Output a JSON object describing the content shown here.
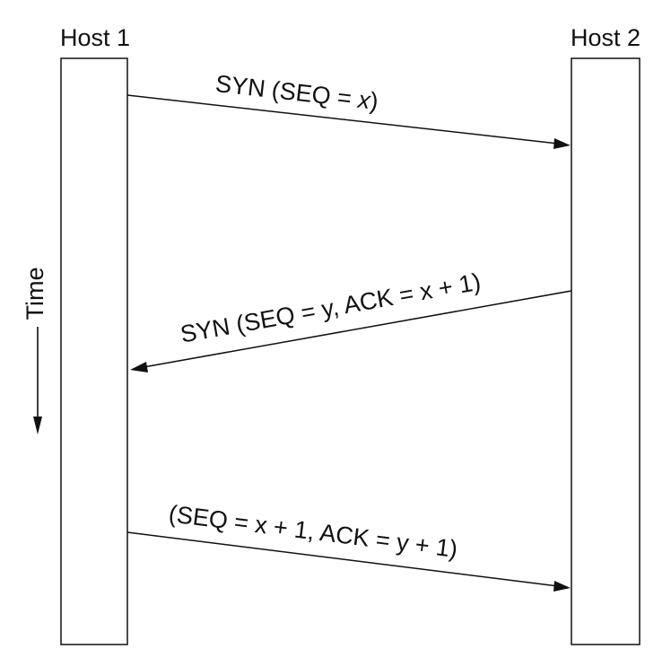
{
  "hosts": {
    "left": "Host 1",
    "right": "Host 2"
  },
  "time_label": "Time",
  "messages": [
    {
      "from": "Host 1",
      "to": "Host 2",
      "label_prefix": "SYN (SEQ = ",
      "label_var": "x",
      "label_suffix": ")"
    },
    {
      "from": "Host 2",
      "to": "Host 1",
      "label": "SYN (SEQ = y, ACK = x + 1)"
    },
    {
      "from": "Host 1",
      "to": "Host 2",
      "label": "(SEQ = x + 1, ACK = y + 1)"
    }
  ],
  "colors": {
    "line": "#111111",
    "background": "#ffffff"
  }
}
